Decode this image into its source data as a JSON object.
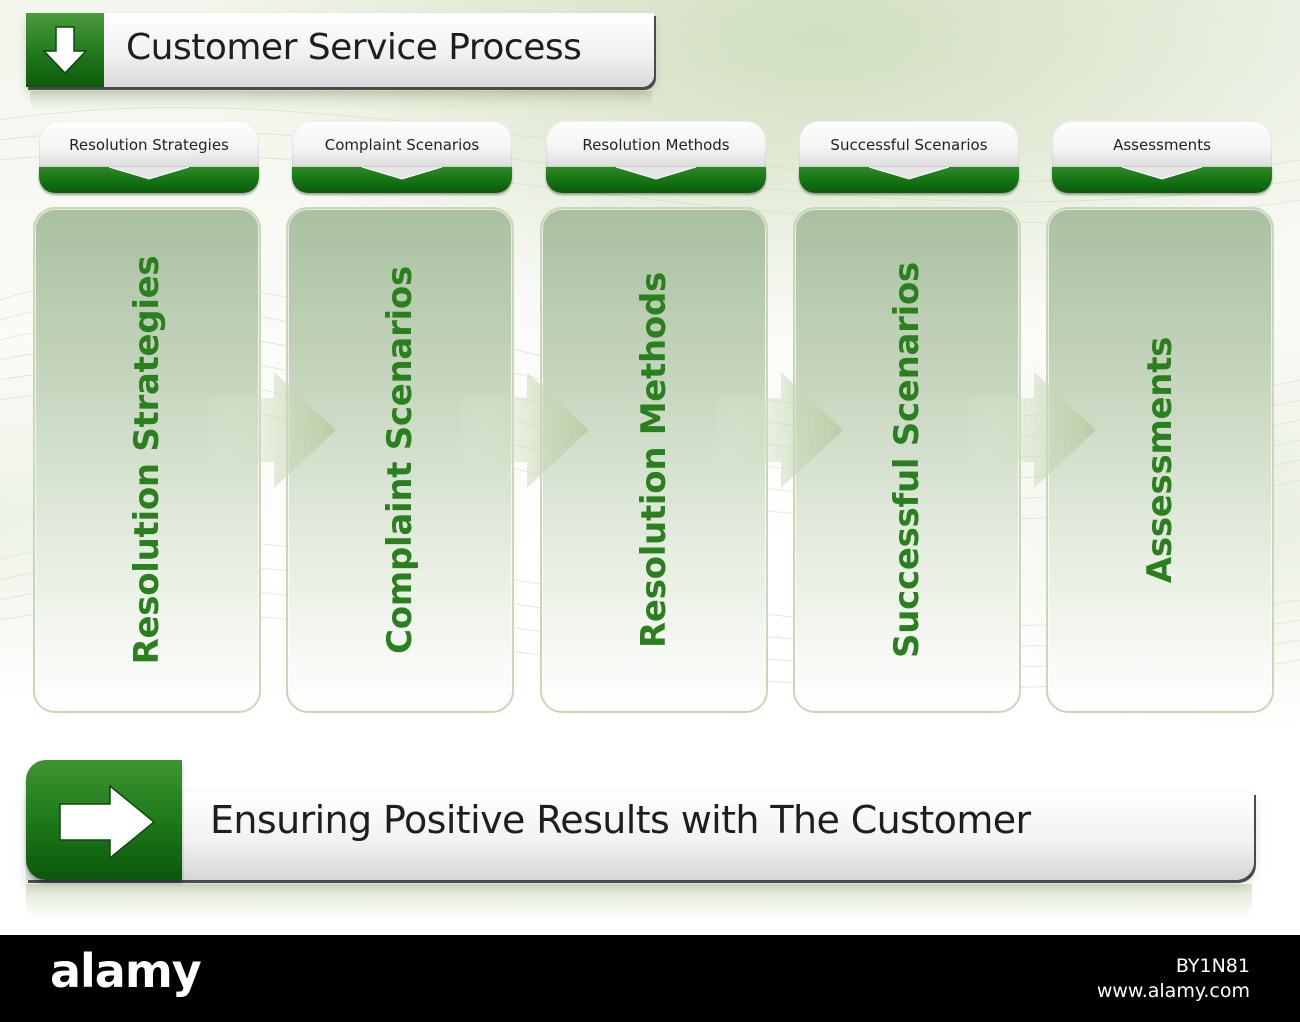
{
  "title": "Customer Service Process",
  "steps": [
    {
      "tab_label": "Resolution Strategies",
      "panel_text": "Resolution Strategies"
    },
    {
      "tab_label": "Complaint Scenarios",
      "panel_text": "Complaint Scenarios"
    },
    {
      "tab_label": "Resolution Methods",
      "panel_text": "Resolution Methods"
    },
    {
      "tab_label": "Successful Scenarios",
      "panel_text": "Successful Scenarios"
    },
    {
      "tab_label": "Assessments",
      "panel_text": "Assessments"
    }
  ],
  "banner_text": "Ensuring Positive Results with The Customer",
  "footer": {
    "logo": "alamy",
    "image_id": "BY1N81",
    "site": "www.alamy.com"
  },
  "colors": {
    "accent_green": "#1f7a1c",
    "panel_text_green": "#2a7f1e"
  },
  "icons": {
    "title_icon": "down-arrow-icon",
    "banner_icon": "right-arrow-icon",
    "flow_arrow": "flow-arrow-icon"
  }
}
